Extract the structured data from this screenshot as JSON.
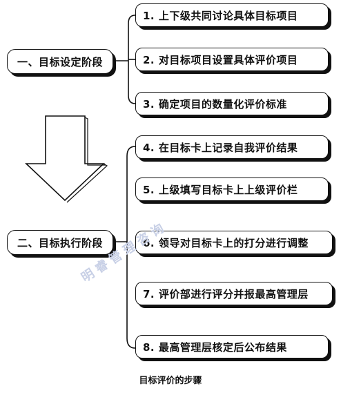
{
  "stages": [
    {
      "label": "一、目标设定阶段"
    },
    {
      "label": "二、目标执行阶段"
    }
  ],
  "steps": [
    {
      "label": "1.  上下级共同讨论具体目标项目"
    },
    {
      "label": "2.  对目标项目设置具体评价项目"
    },
    {
      "label": "3.  确定项目的数量化评价标准"
    },
    {
      "label": "4.  在目标卡上记录自我评价结果"
    },
    {
      "label": "5.  上级填写目标卡上上级评价栏"
    },
    {
      "label": "6.  领导对目标卡上的打分进行调整"
    },
    {
      "label": "7.  评价部进行评分并报最高管理层"
    },
    {
      "label": "8.  最高管理层核定后公布结果"
    }
  ],
  "caption": "目标评价的步骤",
  "watermark": "明睿管理咨询"
}
